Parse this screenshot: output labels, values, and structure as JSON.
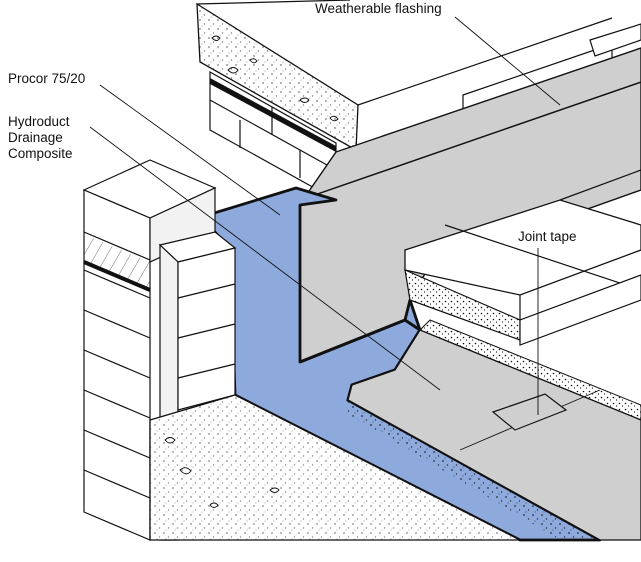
{
  "labels": {
    "weatherable_flashing": "Weatherable flashing",
    "procor": "Procor 75/20",
    "hydroduct_line1": "Hydroduct",
    "hydroduct_line2": "Drainage",
    "hydroduct_line3": "Composite",
    "joint_tape": "Joint tape"
  },
  "colors": {
    "membrane_blue": "#8EA9DB",
    "flashing_grey": "#CFCFCF",
    "line": "#111111",
    "concrete": "#ffffff"
  }
}
